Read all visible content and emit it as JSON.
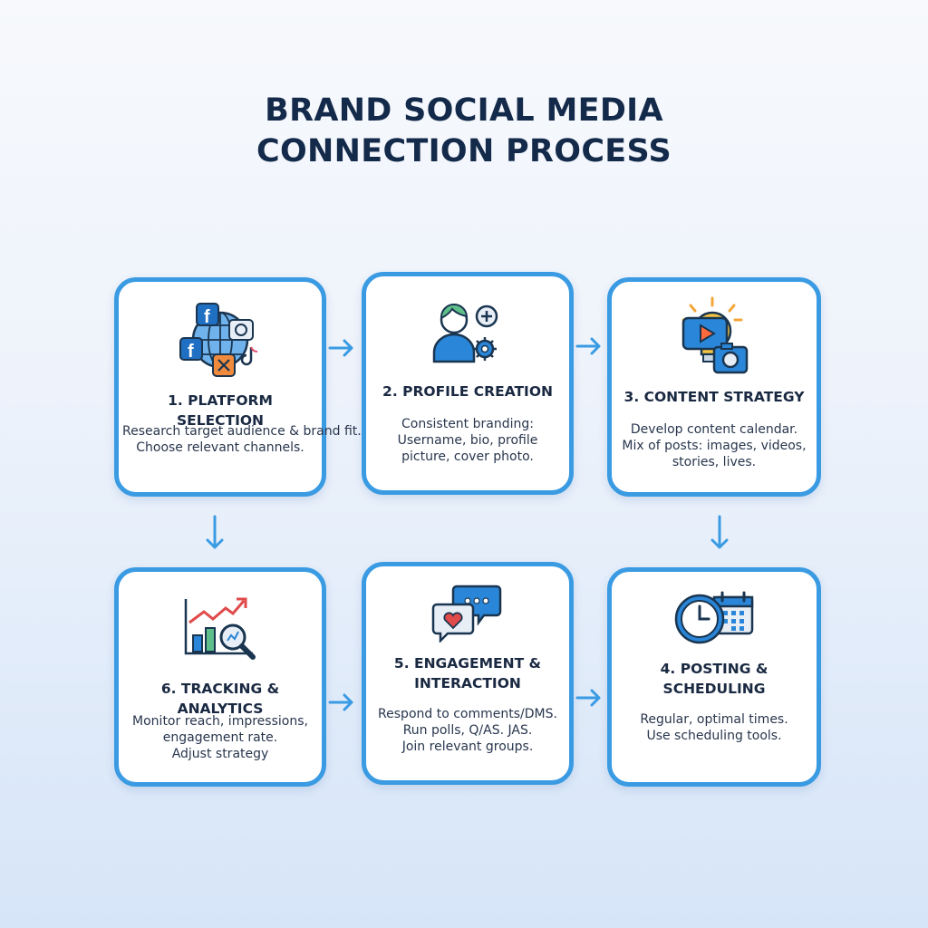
{
  "title": {
    "line1": "BRAND SOCIAL MEDIA",
    "line2": "CONNECTION PROCESS"
  },
  "steps": [
    {
      "heading": "1. PLATFORM SELECTION",
      "heading_lines": [
        "1. PLATFORM SELECTION"
      ],
      "desc_lines": [
        "Research target audience & brand fit.",
        "Choose relevant channels."
      ],
      "icon": "social-platforms-icon"
    },
    {
      "heading": "2. PROFILE CREATION",
      "heading_lines": [
        "2. PROFILE CREATION"
      ],
      "desc_lines": [
        "Consistent branding:",
        "Username, bio, profile",
        "picture, cover photo."
      ],
      "icon": "user-profile-icon"
    },
    {
      "heading": "3. CONTENT STRATEGY",
      "heading_lines": [
        "3. CONTENT STRATEGY"
      ],
      "desc_lines": [
        "Develop content calendar.",
        "Mix of posts: images, videos,",
        "stories, lives."
      ],
      "icon": "content-idea-icon"
    },
    {
      "heading": "4. POSTING & SCHEDULING",
      "heading_lines": [
        "4. POSTING &",
        "SCHEDULING"
      ],
      "desc_lines": [
        "Regular, optimal times.",
        "Use scheduling tools."
      ],
      "icon": "clock-calendar-icon"
    },
    {
      "heading": "5. ENGAGEMENT & INTERACTION",
      "heading_lines": [
        "5. ENGAGEMENT &",
        "INTERACTION"
      ],
      "desc_lines": [
        "Respond to comments/DMS.",
        "Run polls, Q/AS. JAS.",
        "Join relevant groups."
      ],
      "icon": "chat-bubbles-icon"
    },
    {
      "heading": "6. TRACKING & ANALYTICS",
      "heading_lines": [
        "6. TRACKING & ANALYTICS"
      ],
      "desc_lines": [
        "Monitor reach, impressions,",
        "engagement rate.",
        "Adjust strategy"
      ],
      "icon": "analytics-chart-icon"
    }
  ],
  "colors": {
    "card_border": "#3a9be3",
    "arrow": "#3a9be3",
    "title": "#142a4a",
    "icon_blue": "#1f6fc2",
    "icon_orange": "#f08a3c",
    "icon_green": "#5fbf8a"
  }
}
